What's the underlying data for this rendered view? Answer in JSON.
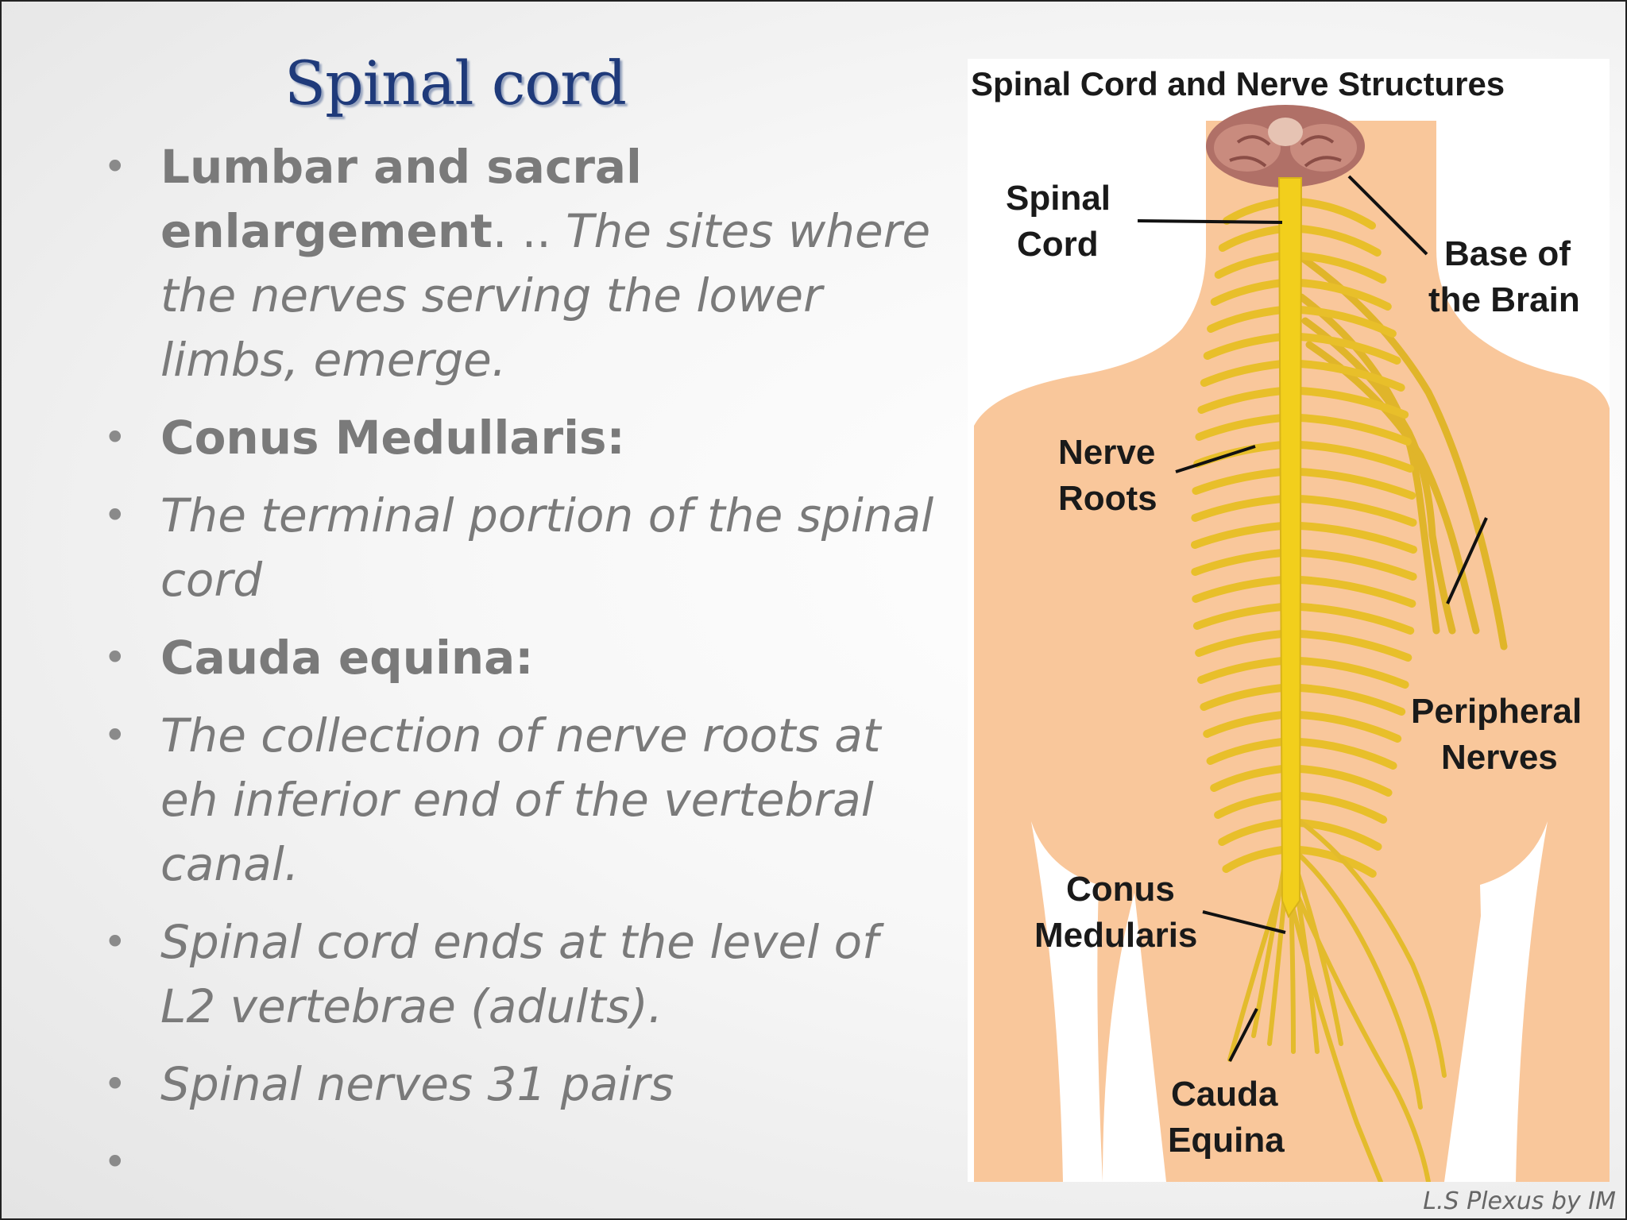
{
  "slide": {
    "title": "Spinal cord",
    "bullets": [
      {
        "bold": "Lumbar and sacral enlargement",
        "sep": ". .. ",
        "italic": "The sites where the nerves serving the lower limbs, emerge."
      },
      {
        "bold": "Conus Medullaris:",
        "sep": "",
        "italic": ""
      },
      {
        "bold": "",
        "sep": "",
        "italic": "The terminal portion of the spinal cord"
      },
      {
        "bold": "Cauda equina:",
        "sep": "",
        "italic": ""
      },
      {
        "bold": "",
        "sep": "",
        "italic": "The collection of nerve roots at eh inferior end of the vertebral canal."
      },
      {
        "bold": "",
        "sep": "",
        "italic": "Spinal cord ends at the level of L2 vertebrae (adults)."
      },
      {
        "bold": "",
        "sep": "",
        "italic": "Spinal nerves 31 pairs"
      },
      {
        "bold": "",
        "sep": "",
        "italic": ""
      }
    ],
    "footer": "L.S Plexus by IM"
  },
  "figure": {
    "title": "Spinal Cord and Nerve Structures",
    "labels": {
      "spinal_cord_1": "Spinal",
      "spinal_cord_2": "Cord",
      "base_brain_1": "Base of",
      "base_brain_2": "the Brain",
      "nerve_roots_1": "Nerve",
      "nerve_roots_2": "Roots",
      "peripheral_1": "Peripheral",
      "peripheral_2": "Nerves",
      "conus_1": "Conus",
      "conus_2": "Medularis",
      "cauda_1": "Cauda",
      "cauda_2": "Equina"
    },
    "colors": {
      "skin": "#f9c79b",
      "cord": "#f2cf1c",
      "nerve": "#e8bf2a",
      "brain": "#b07067"
    }
  }
}
